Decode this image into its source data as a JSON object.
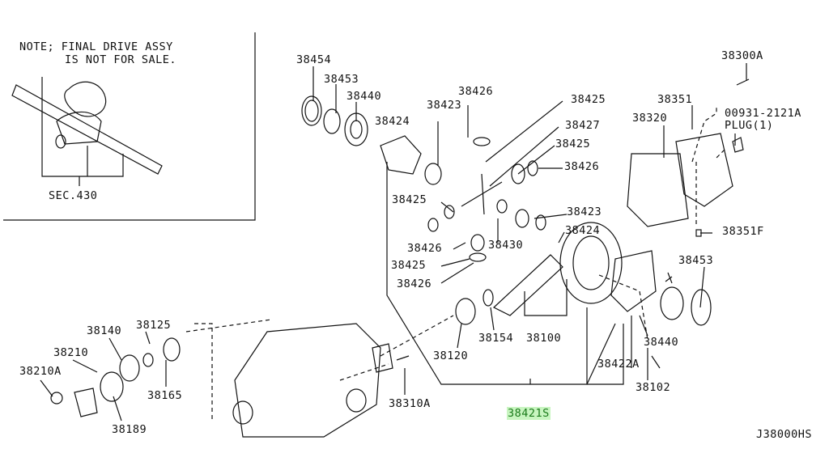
{
  "inset": {
    "note_line1": "NOTE; FINAL DRIVE ASSY",
    "note_line2": "IS NOT FOR SALE.",
    "section_ref": "SEC.430"
  },
  "labels": {
    "p38454": "38454",
    "p38453a": "38453",
    "p38440a": "38440",
    "p38426a": "38426",
    "p38423a": "38423",
    "p38424a": "38424",
    "p38425a": "38425",
    "p38427": "38427",
    "p38425b": "38425",
    "p38426b": "38426",
    "p38425c": "38425",
    "p38423b": "38423",
    "p38424b": "38424",
    "p38426c": "38426",
    "p38430": "38430",
    "p38425d": "38425",
    "p38426d": "38426",
    "p38453b": "38453",
    "p38140": "38140",
    "p38125": "38125",
    "p38210": "38210",
    "p38210A": "38210A",
    "p38165": "38165",
    "p38189": "38189",
    "p38120": "38120",
    "p38154": "38154",
    "p38100": "38100",
    "p38440b": "38440",
    "p38422A": "38422A",
    "p38102": "38102",
    "p38310A": "38310A",
    "p38421S": "38421S",
    "p38300A": "38300A",
    "p38351": "38351",
    "p38320": "38320",
    "p00931": "00931-2121A",
    "plug": "PLUG(1)",
    "p38351F": "38351F"
  },
  "diagram_code": "J38000HS",
  "colors": {
    "highlight": "#c8f5c0",
    "highlight_text": "#1a7a1a"
  }
}
